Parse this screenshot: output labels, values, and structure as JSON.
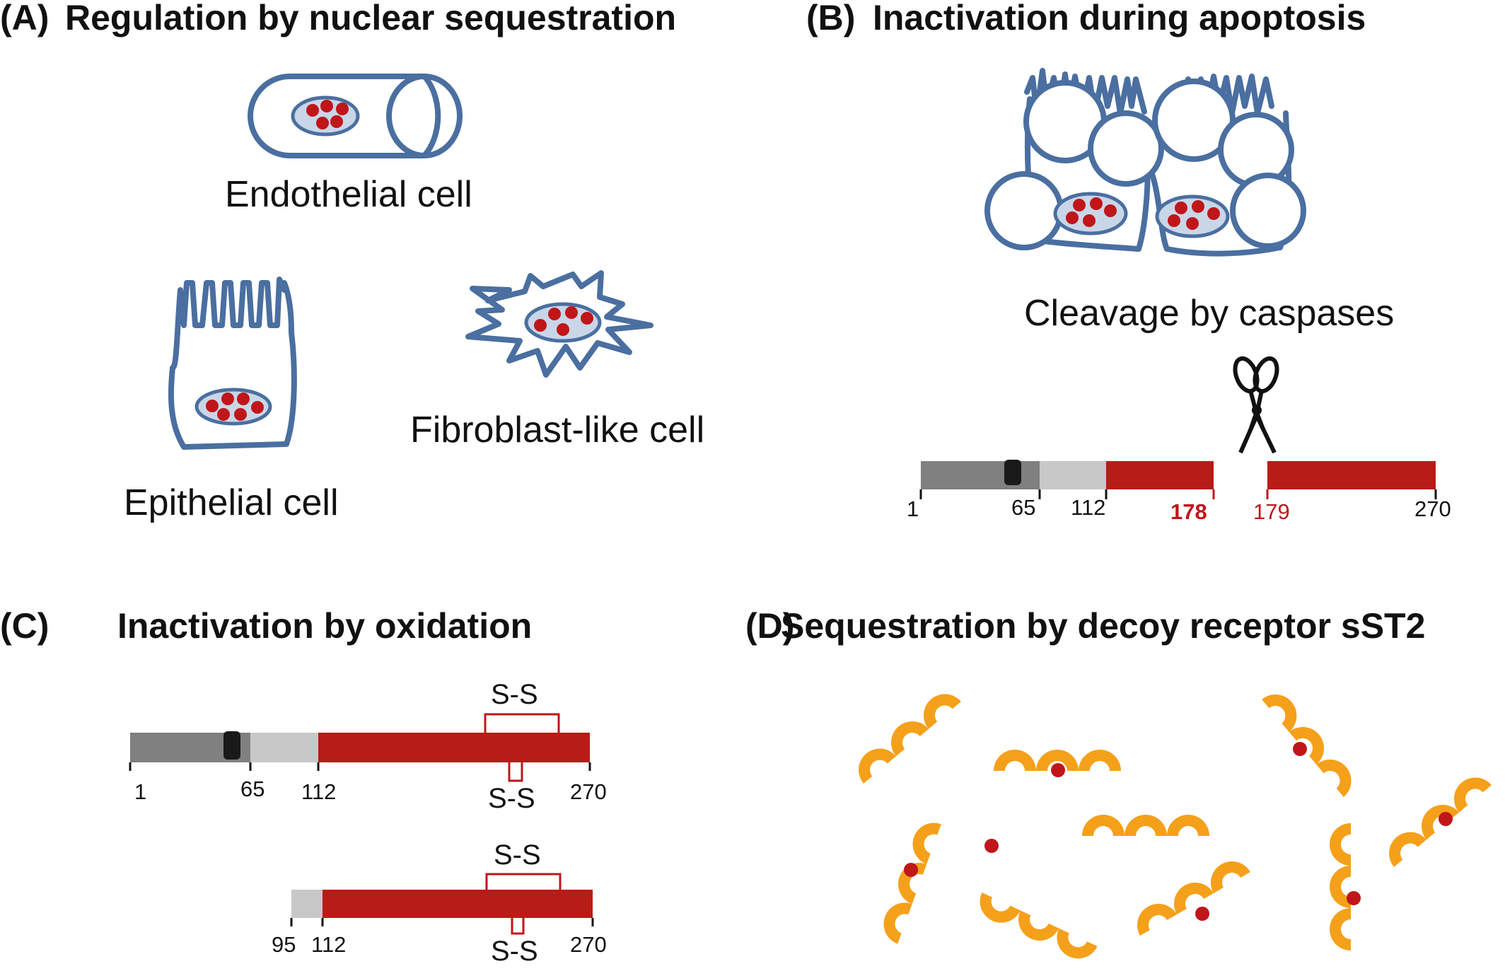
{
  "panels": {
    "a": {
      "letter": "(A)",
      "title": "Regulation by nuclear sequestration",
      "endothelial": "Endothelial cell",
      "epithelial": "Epithelial cell",
      "fibroblast": "Fibroblast-like cell"
    },
    "b": {
      "letter": "(B)",
      "title": "Inactivation during apoptosis",
      "caption": "Cleavage by caspases",
      "ticks": [
        "1",
        "65",
        "112",
        "178",
        "179",
        "270"
      ]
    },
    "c": {
      "letter": "(C)",
      "title": "Inactivation by oxidation",
      "top_ticks": [
        "1",
        "65",
        "112",
        "270"
      ],
      "bottom_ticks": [
        "95",
        "112",
        "270"
      ],
      "disulfide": "S-S"
    },
    "d": {
      "letter": "(D)",
      "title": "Sequestration by decoy receptor sST2"
    }
  },
  "colors": {
    "cell_outline": "#4a6fa0",
    "nucleus": "#c9d6e8",
    "il33": "#c0161a",
    "domain_red": "#b81c16",
    "sst2": "#f5a01a"
  },
  "icons": {
    "scissors": "scissors-icon"
  }
}
